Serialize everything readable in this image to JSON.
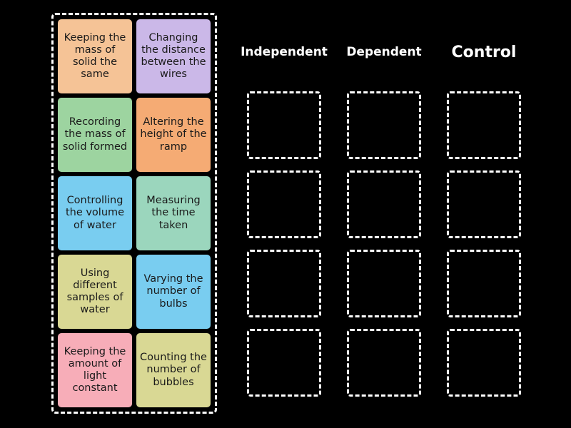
{
  "page": {
    "background_color": "#000000",
    "type": "drag-and-drop-sorting-activity"
  },
  "tray": {
    "name": "source-tray",
    "tiles": [
      {
        "label": "Keeping the mass of solid the same",
        "color": "#f5c396"
      },
      {
        "label": "Changing the distance between the wires",
        "color": "#cbb8e8"
      },
      {
        "label": "Recording the mass of solid formed",
        "color": "#9dd4a0"
      },
      {
        "label": "Altering the height of the ramp",
        "color": "#f5ab74"
      },
      {
        "label": "Controlling the volume of water",
        "color": "#79cdf0"
      },
      {
        "label": "Measuring the time taken",
        "color": "#9bd6bd"
      },
      {
        "label": "Using different samples of water",
        "color": "#d9d894"
      },
      {
        "label": "Varying the number of bulbs",
        "color": "#79cdf0"
      },
      {
        "label": "Keeping the amount of light constant",
        "color": "#f7adb8"
      },
      {
        "label": "Counting the number of bubbles",
        "color": "#d9d894"
      }
    ]
  },
  "columns": [
    {
      "title": "Independent",
      "slot_count": 4
    },
    {
      "title": "Dependent",
      "slot_count": 4
    },
    {
      "title": "Control",
      "slot_count": 4
    }
  ],
  "colors": {
    "background": "#000000",
    "outline": "#ffffff",
    "text_on_tile": "#1a1a1a"
  }
}
